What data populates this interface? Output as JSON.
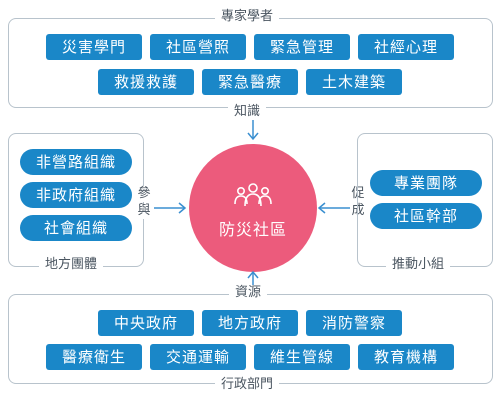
{
  "experts": {
    "label": "專家學者",
    "row1": [
      "災害學門",
      "社區營照",
      "緊急管理",
      "社經心理"
    ],
    "row2": [
      "救援救護",
      "緊急醫療",
      "土木建築"
    ]
  },
  "knowledge_label": "知識",
  "local": {
    "label": "地方團體",
    "items": [
      "非營路組織",
      "非政府組織",
      "社會組織"
    ]
  },
  "participate_label": [
    "參",
    "與"
  ],
  "center": {
    "label": "防災社區",
    "icon": "community-people-icon",
    "color": "#ec5b7c"
  },
  "promote_label": [
    "促",
    "成"
  ],
  "promotion": {
    "label": "推動小組",
    "items": [
      "專業團隊",
      "社區幹部"
    ]
  },
  "resource_label": "資源",
  "government": {
    "label": "行政部門",
    "row1": [
      "中央政府",
      "地方政府",
      "消防警察"
    ],
    "row2": [
      "醫療衛生",
      "交通運輸",
      "維生管線",
      "教育機構"
    ]
  },
  "colors": {
    "chip": "#1a87c8",
    "border": "#b8c3cc",
    "arrow": "#3a8fd0",
    "text": "#4a5560"
  }
}
